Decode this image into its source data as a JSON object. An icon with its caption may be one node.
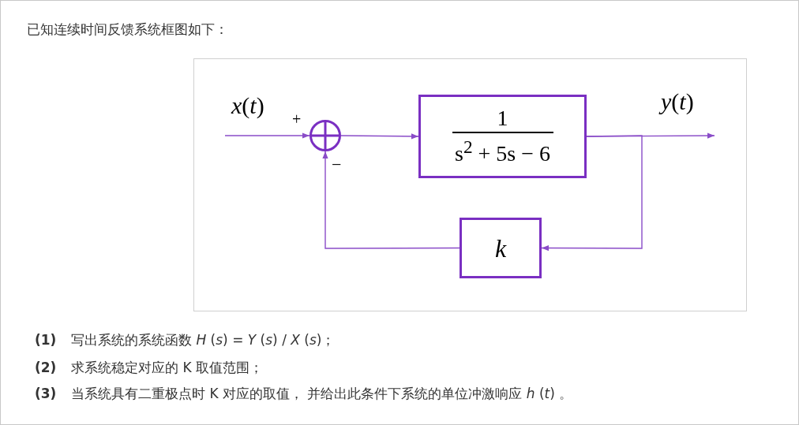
{
  "diagram": {
    "title": "已知连续时间反馈系统框图如下：",
    "nodes": [
      {
        "text": [],
        "shape": "circle"
      },
      {
        "text": [
          "1",
          "s$^{2}$ + 5s − 6"
        ]
      },
      {
        "text": [
          "k"
        ]
      }
    ],
    "edges": [
      {
        "from": null,
        "to": 0,
        "arrow": "to"
      },
      {
        "from": 0,
        "to": 1,
        "arrow": "to"
      },
      {
        "from": 1,
        "to": null,
        "arrow": "to"
      },
      {
        "from": 1,
        "to": 2,
        "arrow": "to"
      },
      {
        "from": 2,
        "to": 0,
        "arrow": "to"
      }
    ],
    "labels": [
      "*x*(*t*)",
      "+",
      "−",
      "*y*(*t*)",
      "(1)",
      "写出系统的系统函数 *H* (*s*) = *Y* (*s*) / *X* (*s*)；",
      "(2)",
      "求系统稳定对应的 K 取值范围；",
      "(3)",
      "当系统具有二重极点时 K 对应的取值， 并给出此条件下系统的单位冲激响应 *h* (*t*) 。"
    ]
  }
}
